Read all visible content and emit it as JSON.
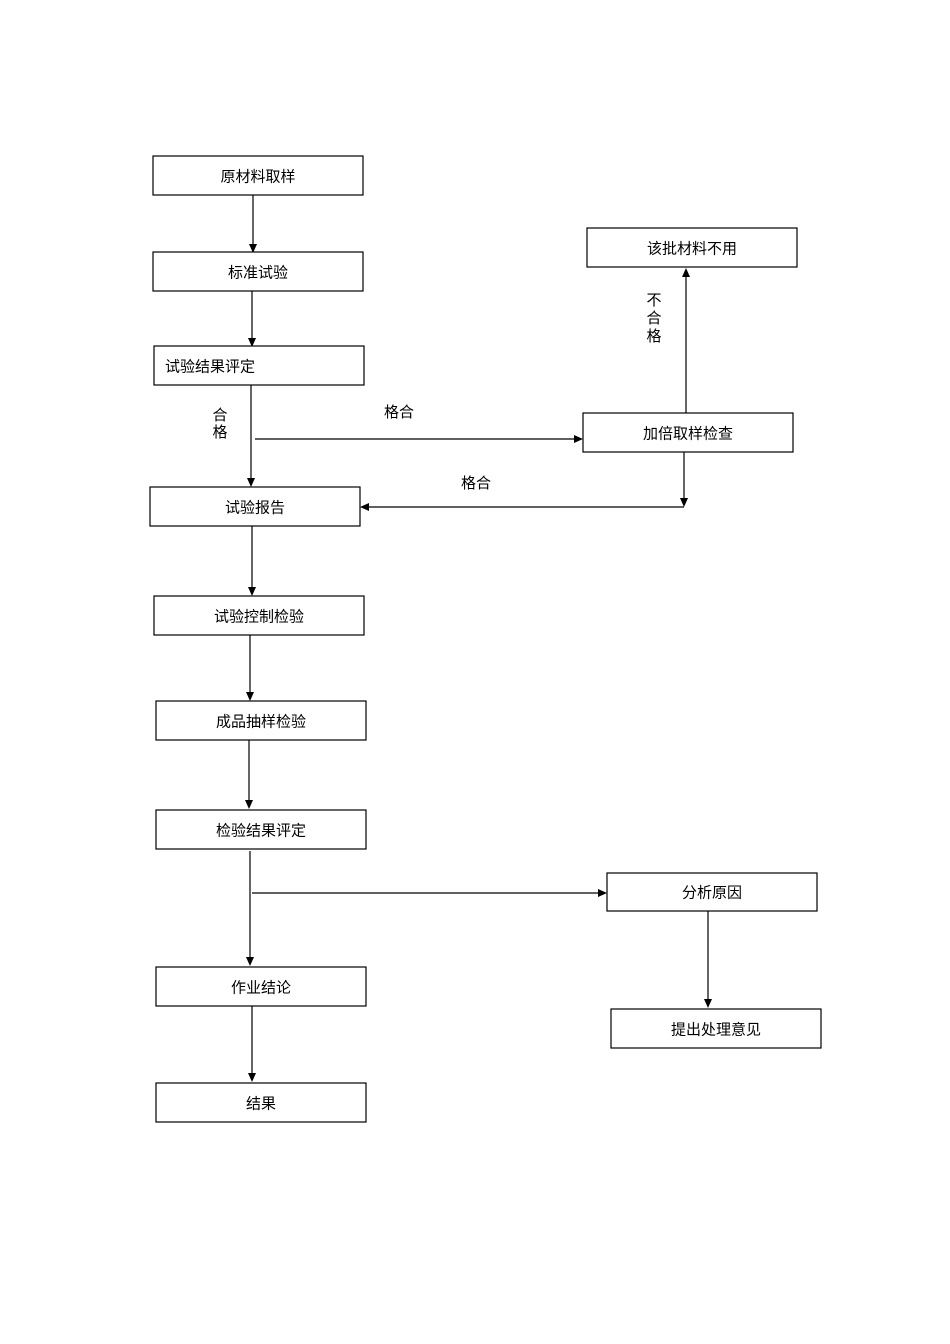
{
  "nodes": {
    "raw_sampling": "原材料取样",
    "standard_test": "标准试验",
    "test_evaluation": "试验结果评定",
    "test_report": "试验报告",
    "test_control": "试验控制检验",
    "product_sampling": "成品抽样检验",
    "inspection_evaluation": "检验结果评定",
    "work_conclusion": "作业结论",
    "result": "结果",
    "material_rejected": "该批材料不用",
    "double_sampling": "加倍取样检查",
    "analyze_cause": "分析原因",
    "propose_handling": "提出处理意见"
  },
  "edge_labels": {
    "qualified_vertical": "合\n格",
    "unqualified_horizontal": "格合",
    "qualified_return": "格合",
    "unqualified_vertical": "不\n合\n格"
  }
}
